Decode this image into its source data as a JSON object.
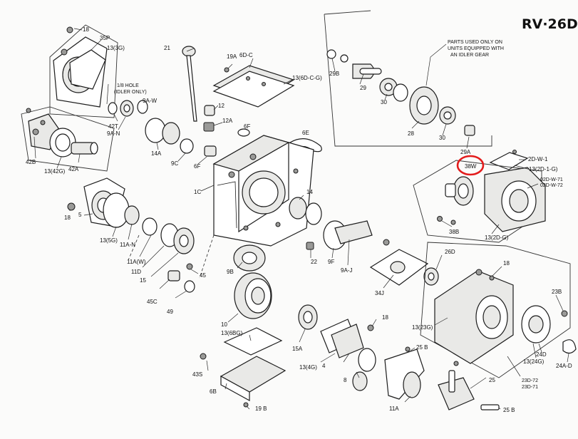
{
  "diagram": {
    "title": "RV·26D",
    "note_idler": [
      "PARTS USED ONLY ON",
      "UNITS EQUIPPED WITH",
      "AN IDLER GEAR"
    ],
    "note_hole": [
      "1/8 HOLE",
      "(IDLER ONLY)"
    ],
    "highlight_color": "#e31c1c",
    "labels": {
      "p18a": "18",
      "p35p": "35P",
      "p13_3g": "13(3G)",
      "p21": "21",
      "p19a": "19A",
      "p6dc": "6D-C",
      "p13_6dcg": "13(6D-C-G)",
      "p29b": "29B",
      "p29": "29",
      "p30a": "30",
      "p30b": "30",
      "p28": "28",
      "p29a": "29A",
      "p12": "12",
      "p12a": "12A",
      "p6f_top": "6F",
      "p6e": "6E",
      "p9aw": "9A-W",
      "p42t": "42T",
      "p9an": "9A-N",
      "p14a": "14A",
      "p9c": "9C",
      "p6f": "6F",
      "p42b": "42B",
      "p13_42g": "13(42G)",
      "p42a": "42A",
      "p2dw1": "2D-W-1",
      "p13_2d1g": "13(2D-1-G)",
      "p38w": "38W",
      "p02dw71": "02D-W-71",
      "p02dw72": "02D-W-72",
      "p1c": "1C",
      "p14": "14",
      "p18b": "18",
      "p5": "5",
      "p13_5g": "13(5G)",
      "p11an": "11A-N",
      "p38b": "38B",
      "p13_2dg": "13(2D-G)",
      "p11aw": "11A(W)",
      "p11d": "11D",
      "p15": "15",
      "p45": "45",
      "p9b": "9B",
      "p22": "22",
      "p9f": "9F",
      "p9aj": "9A-J",
      "p26d": "26D",
      "p18c": "18",
      "p23b": "23B",
      "p34j": "34J",
      "p45c": "45C",
      "p49": "49",
      "p10": "10",
      "p18d": "18",
      "p13_23g": "13(23G)",
      "p13_6bg": "13(6BG)",
      "p15a": "15A",
      "p24d": "24D",
      "p24ad": "24A-D",
      "p13_24g": "13(24G)",
      "p25b_top": "25 B",
      "p43s": "43S",
      "p13_4g": "13(4G)",
      "p4": "4",
      "p8": "8",
      "p6b": "6B",
      "p25": "25",
      "p23d72": "23D-72",
      "p23d71": "23D-71",
      "p19b": "19 B",
      "p11a": "11A",
      "p25b_bot": "25 B"
    }
  }
}
